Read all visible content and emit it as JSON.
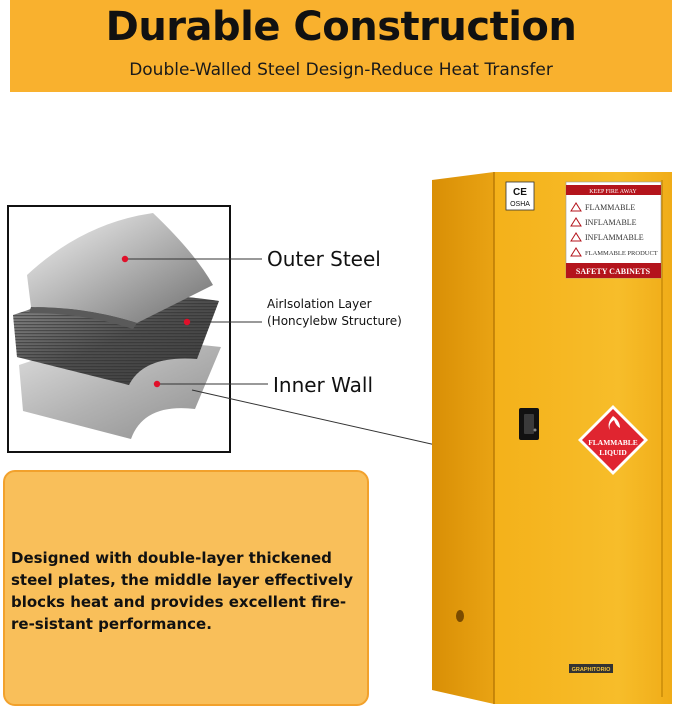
{
  "banner": {
    "title": "Durable Construction",
    "subtitle": "Double-Walled Steel Design-Reduce Heat Transfer"
  },
  "labels": {
    "outer": "Outer Steel",
    "air_line1": "AirIsolation Layer",
    "air_line2": "(Honcylebw Structure)",
    "inner": "Inner Wall"
  },
  "info": {
    "text": "Designed with double-layer thickened steel plates, the middle layer effectively blocks heat and provides excellent fire-re-sistant performance."
  },
  "cabinet": {
    "ce_mark": "CE",
    "osha_mark": "OSHA",
    "sign_header": "KEEP FIRE AWAY",
    "sign_lines": [
      "FLAMMABLE",
      "INFLAMABLE",
      "INFLAMMABLE",
      "FLAMMABLE PRODUCT"
    ],
    "sign_footer": "SAFETY CABINETS",
    "diamond_line1": "FLAMMABLE",
    "diamond_line2": "LIQUID",
    "plate": "GRAPHITORIO"
  },
  "colors": {
    "banner": "#f9b12e",
    "cabinet": "#f6b51c",
    "info_box": "#f9bf5a",
    "marker": "#e0102a"
  }
}
